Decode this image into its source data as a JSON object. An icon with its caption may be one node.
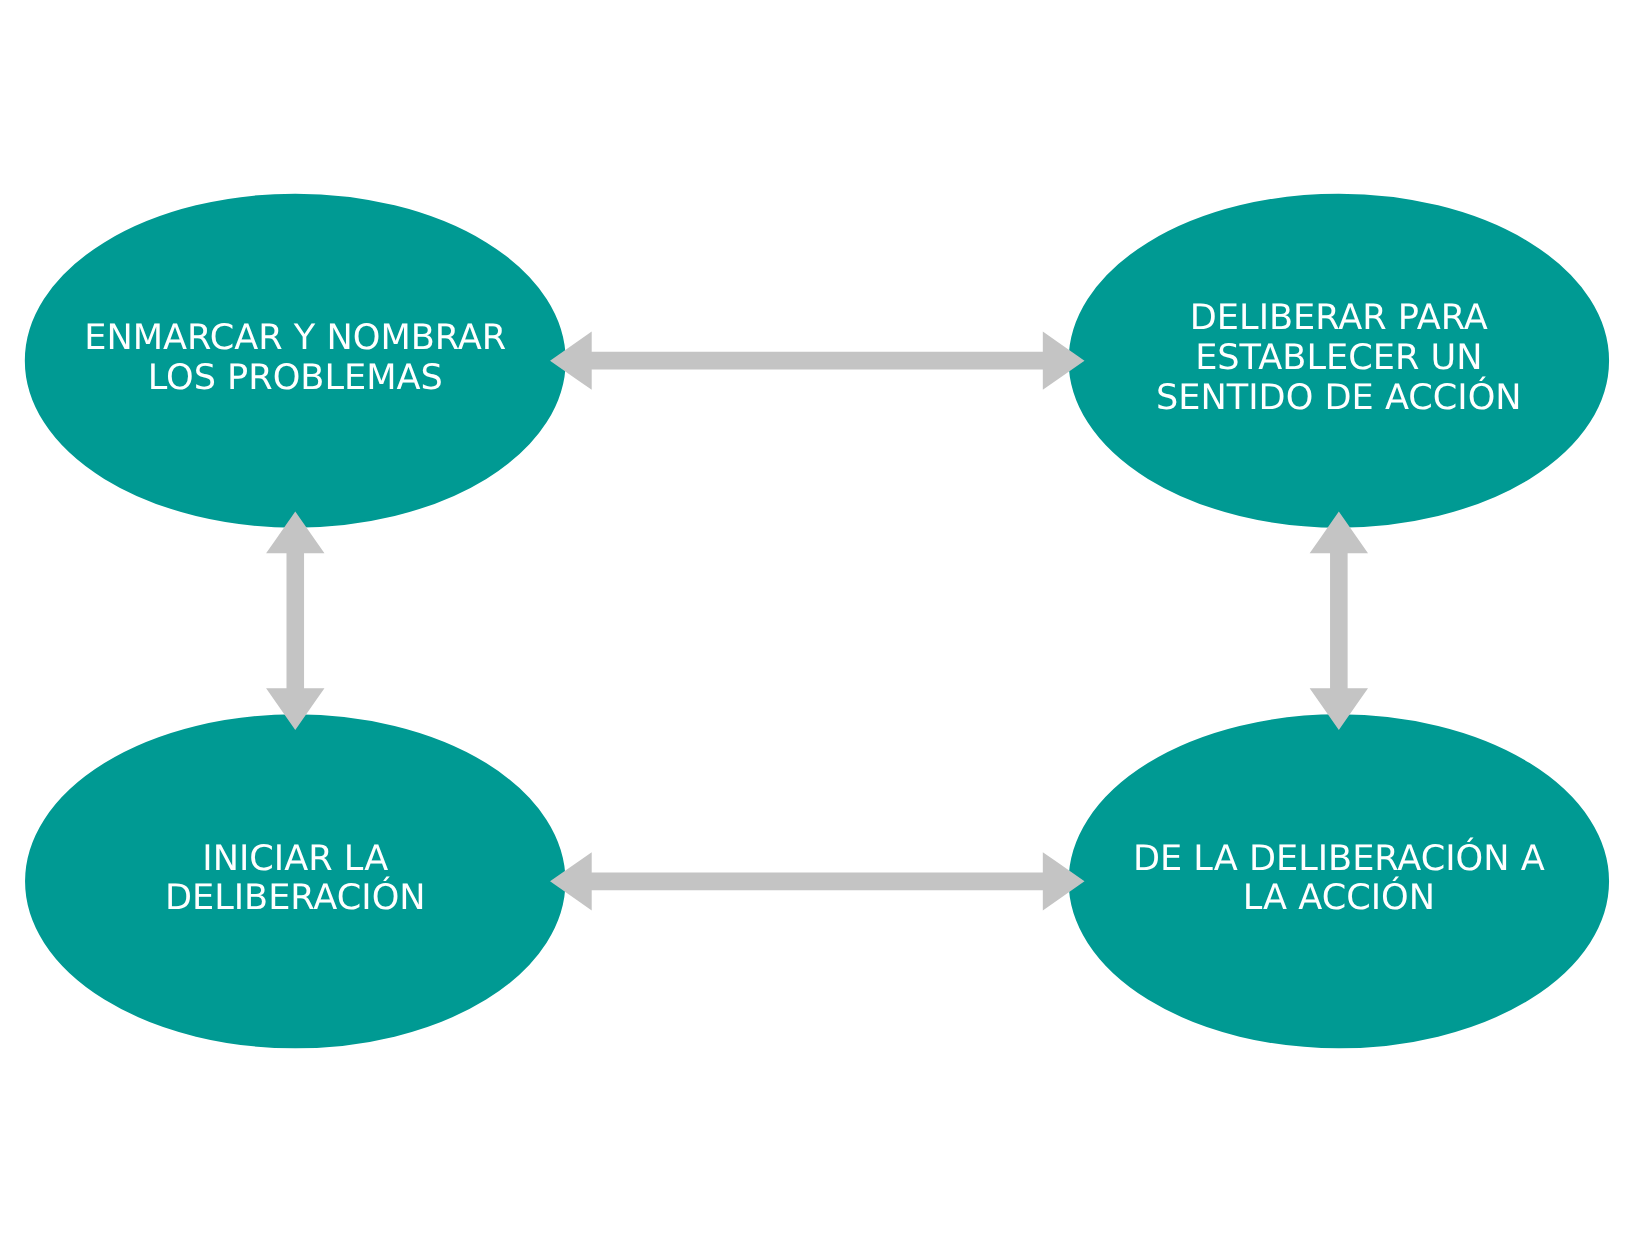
{
  "diagram": {
    "nodes": [
      {
        "text": [
          "ENMARCAR Y NOMBRAR LOS PROBLEMAS"
        ]
      },
      {
        "text": [
          "DELIBERAR PARA ESTABLECER UN SENTIDO DE ACCIÓN"
        ]
      },
      {
        "text": [
          "INICIAR LA DELIBERACIÓN"
        ]
      },
      {
        "text": [
          "DE LA DELIBERACIÓN A LA ACCIÓN"
        ]
      }
    ],
    "edges": [
      {
        "from": 0,
        "to": 1,
        "arrow": "both"
      },
      {
        "from": 0,
        "to": 2,
        "arrow": "both"
      },
      {
        "from": 1,
        "to": 3,
        "arrow": "both"
      },
      {
        "from": 2,
        "to": 3,
        "arrow": "both"
      }
    ]
  }
}
